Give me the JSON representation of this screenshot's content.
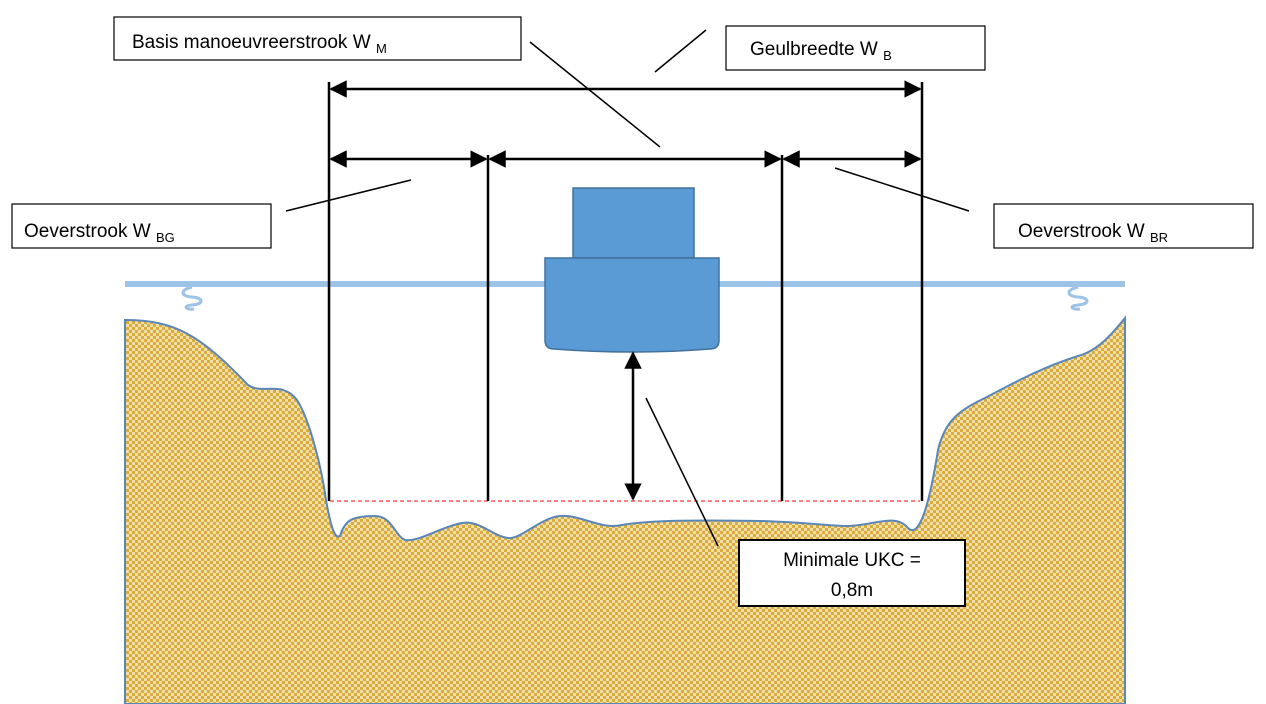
{
  "labels": {
    "basis": {
      "text": "Basis manoeuvreerstrook W",
      "sub": "M"
    },
    "geul": {
      "text": "Geulbreedte W",
      "sub": "B"
    },
    "oever_left": {
      "text": "Oeverstrook W",
      "sub": "BG"
    },
    "oever_right": {
      "text": "Oeverstrook W",
      "sub": "BR"
    },
    "ukc_line1": "Minimale UKC =",
    "ukc_line2": "0,8m"
  },
  "colors": {
    "water": "#9dc3e6",
    "ship": "#5b9bd5",
    "ship_border": "#41719c",
    "seabed": "#d6a93c",
    "seabed_edge": "#5b86b8",
    "dashed_line": "#ff0000",
    "lines": "#000000"
  }
}
